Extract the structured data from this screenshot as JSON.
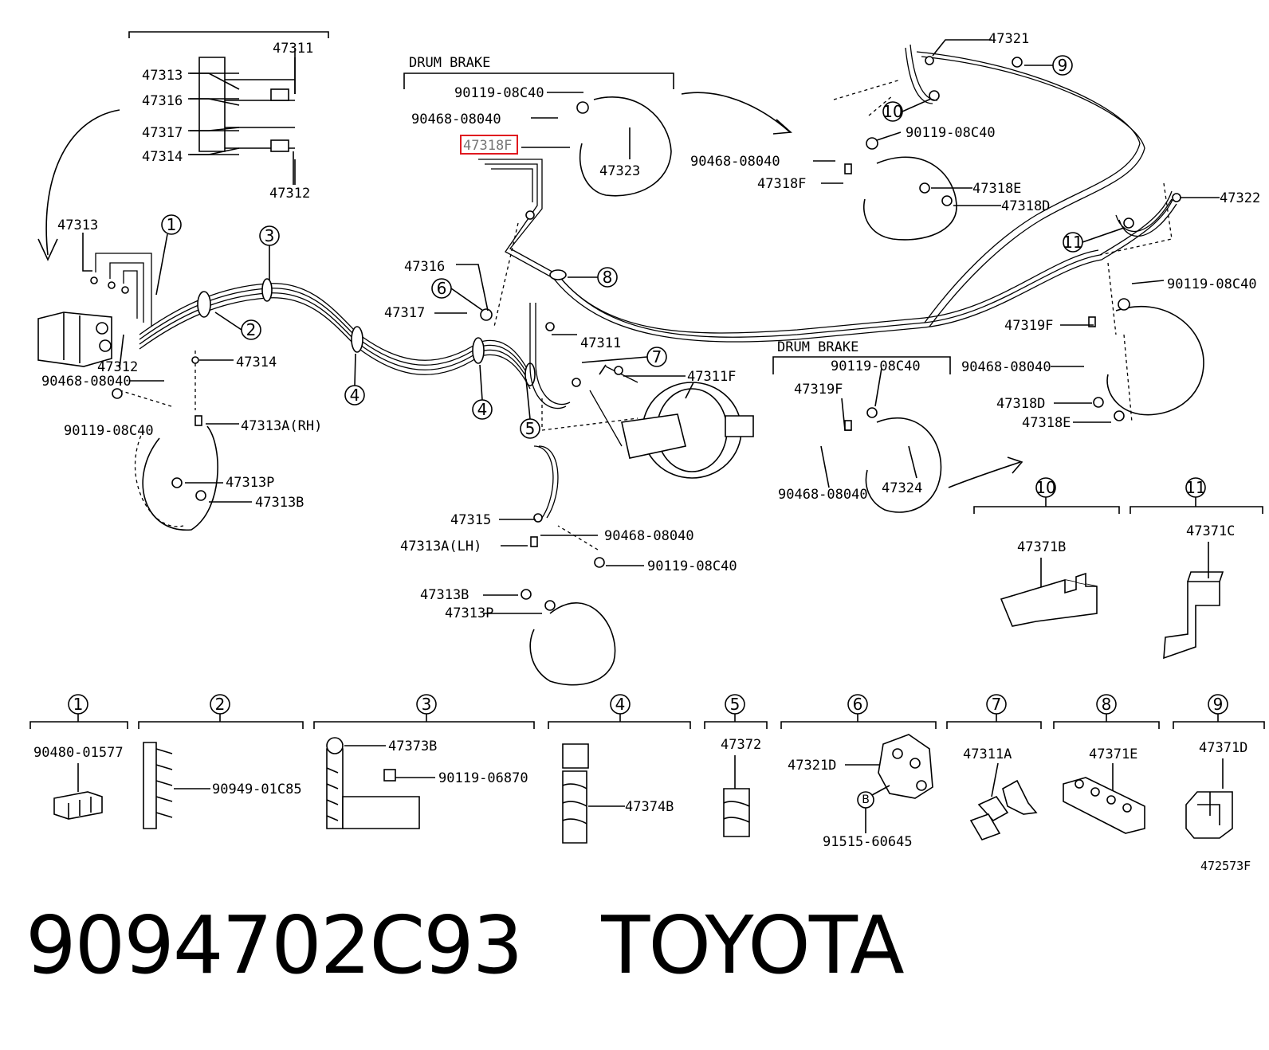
{
  "sections": {
    "drum_brake_top": "DRUM BRAKE",
    "drum_brake_mid": "DRUM BRAKE"
  },
  "labels": {
    "l_47311_top": "47311",
    "l_47313_top": "47313",
    "l_47316_top": "47316",
    "l_47317_top": "47317",
    "l_47314_top": "47314",
    "l_47312_top": "47312",
    "l_47313_left": "47313",
    "l_47312_left": "47312",
    "l_47314_left": "47314",
    "l_90468_left": "90468-08040",
    "l_90119_left": "90119-08C40",
    "l_47313A_rh": "47313A(RH)",
    "l_47313P_left": "47313P",
    "l_47313B_left": "47313B",
    "l_90119_d1": "90119-08C40",
    "l_90468_d1": "90468-08040",
    "l_47318F_d1": "47318F",
    "l_47323": "47323",
    "l_47316_mid": "47316",
    "l_47317_mid": "47317",
    "l_47311_mid": "47311",
    "l_47311F": "47311F",
    "l_47315": "47315",
    "l_47313A_lh": "47313A(LH)",
    "l_90468_lh": "90468-08040",
    "l_90119_lh": "90119-08C40",
    "l_47313B_lh": "47313B",
    "l_47313P_lh": "47313P",
    "l_47321": "47321",
    "l_90119_rt": "90119-08C40",
    "l_90468_rt": "90468-08040",
    "l_47318F_rt": "47318F",
    "l_47318E_rt": "47318E",
    "l_47318D_rt": "47318D",
    "l_47322": "47322",
    "l_90119_rr": "90119-08C40",
    "l_47319F_rr": "47319F",
    "l_90468_rr": "90468-08040",
    "l_47318D_rr": "47318D",
    "l_47318E_rr": "47318E",
    "l_90119_d2": "90119-08C40",
    "l_47319F_d2": "47319F",
    "l_90468_d2": "90468-08040",
    "l_47324": "47324",
    "l_47371B": "47371B",
    "l_47371C": "47371C",
    "l_90480": "90480-01577",
    "l_90949": "90949-01C85",
    "l_47373B": "47373B",
    "l_90119_06870": "90119-06870",
    "l_47374B": "47374B",
    "l_47372": "47372",
    "l_47321D": "47321D",
    "l_B": "B",
    "l_91515": "91515-60645",
    "l_47311A": "47311A",
    "l_47371E": "47371E",
    "l_47371D": "47371D",
    "l_ref": "472573F"
  },
  "callouts": {
    "c1": "1",
    "c2": "2",
    "c3": "3",
    "c4": "4",
    "c5": "5",
    "c6": "6",
    "c7": "7",
    "c8": "8",
    "c9": "9",
    "c10": "10",
    "c11": "11"
  },
  "highlight": {
    "part": "47318F",
    "color": "#e0191f"
  },
  "footer": {
    "part_number": "9094702C93",
    "brand": "TOYOTA"
  }
}
